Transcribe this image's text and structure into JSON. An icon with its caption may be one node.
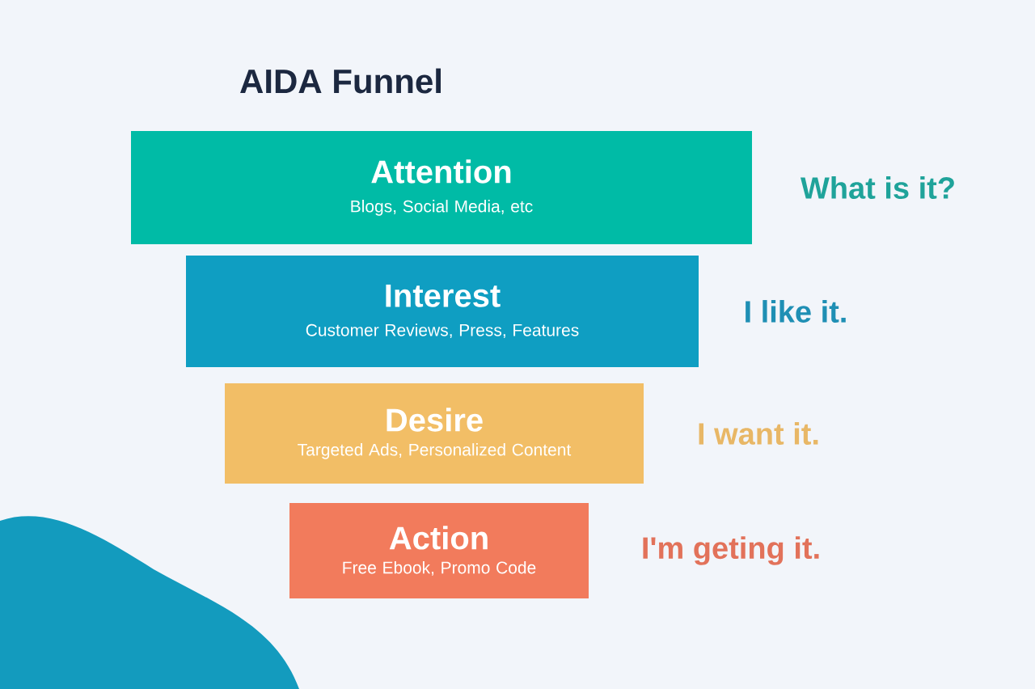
{
  "diagram": {
    "title": "AIDA Funnel",
    "nodes": [
      {
        "text": [
          "Attention",
          "Blogs, Social Media, etc"
        ],
        "beside": [
          "What is it?"
        ]
      },
      {
        "text": [
          "Interest",
          "Customer Reviews, Press, Features"
        ],
        "beside": [
          "I like it."
        ]
      },
      {
        "text": [
          "Desire",
          "Targeted Ads, Personalized Content"
        ],
        "beside": [
          "I want it."
        ]
      },
      {
        "text": [
          "Action",
          "Free Ebook, Promo Code"
        ],
        "beside": [
          "I'm geting it."
        ]
      }
    ]
  }
}
